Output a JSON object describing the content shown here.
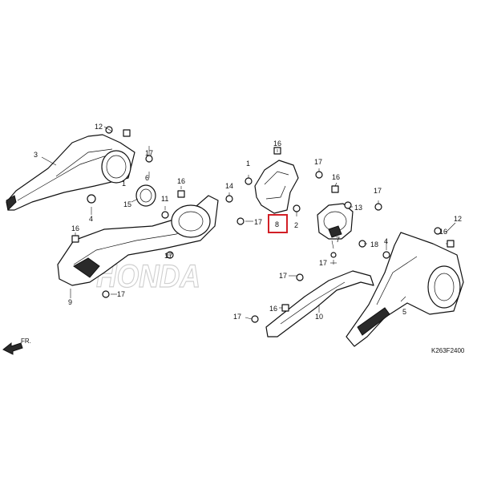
{
  "diagram_code": "K263F2400",
  "front_marker": "FR.",
  "watermark": "HONDA",
  "highlighted_label": "8",
  "highlight_color": "#d21f26",
  "labels": {
    "l12a": "12",
    "l3": "3",
    "l17a": "17",
    "l6": "6",
    "l16a": "16",
    "l1": "1",
    "l15": "15",
    "l11": "11",
    "l4a": "4",
    "l14": "14",
    "l17b": "17",
    "l16b": "16",
    "l9": "9",
    "l17c": "17",
    "l17d": "17",
    "l16c": "16",
    "l17e": "17",
    "l8": "8",
    "l2": "2",
    "l16d": "16",
    "l13": "13",
    "l17f": "17",
    "l18": "18",
    "l7": "7",
    "l17g": "17",
    "l17h": "17",
    "l10": "10",
    "l16e": "16",
    "l17i": "17",
    "l4b": "4",
    "l12b": "12",
    "l16f": "16",
    "l5": "5"
  }
}
